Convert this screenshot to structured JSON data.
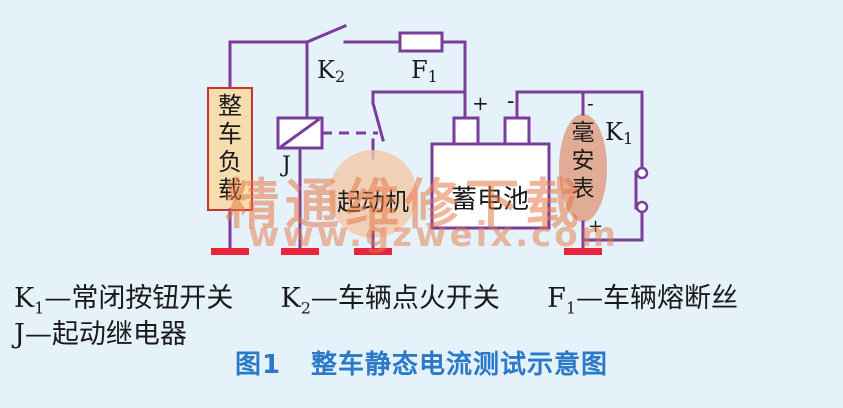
{
  "components": {
    "load": "整车负载",
    "k2_label": "K",
    "k2_sub": "2",
    "f1_label": "F",
    "f1_sub": "1",
    "j_label": "J",
    "starter": "起动机",
    "battery": "蓄电池",
    "plus": "+",
    "minus": "-",
    "ammeter": "毫安表",
    "meter_minus": "-",
    "meter_plus": "+",
    "k1_label": "K",
    "k1_sub": "1"
  },
  "watermark": {
    "text": "精通维修下载",
    "url": "www.gzweix.com"
  },
  "legend": {
    "k1_sym": "K",
    "k1_sub": "1",
    "k1_desc": "—常闭按钮开关",
    "k2_sym": "K",
    "k2_sub": "2",
    "k2_desc": "—车辆点火开关",
    "f1_sym": "F",
    "f1_sub": "1",
    "f1_desc": "—车辆熔断丝",
    "j_line": "J—起动继电器"
  },
  "caption": {
    "number": "图1",
    "title": "整车静态电流测试示意图"
  },
  "colors": {
    "wire": "#7b3d9c",
    "ground": "#e8233a",
    "load_box": "#f7dcae",
    "ammeter": "#e0a48a",
    "starter": "#f2c8a8",
    "caption": "#2a7ac9"
  }
}
